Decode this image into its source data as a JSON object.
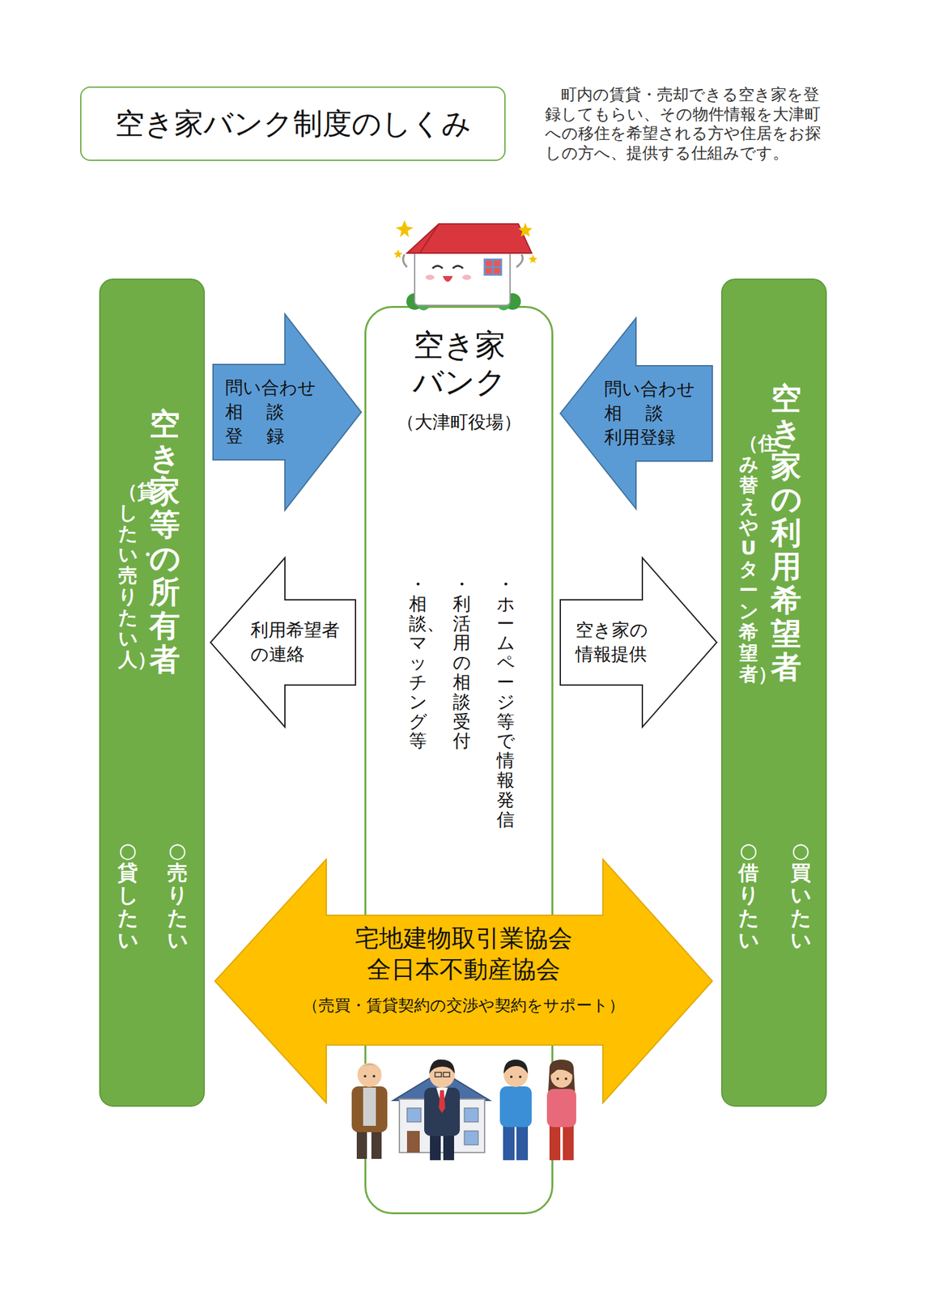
{
  "diagram": {
    "title": "空き家バンク制度のしくみ",
    "nodes": [
      {
        "text": [
          "空き家等の所有者",
          "（貸したい・売りたい人）",
          "○売りたい",
          "○貸したい"
        ]
      },
      {
        "text": [
          "空き家 バンク",
          "（大津町役場）",
          "・ホームページ等で情報発信",
          "・利活用の相談受付",
          "・相談、マッチング等"
        ]
      },
      {
        "text": [
          "空き家の利用希望者",
          "（住み替えやUターン希望者）",
          "○買いたい",
          "○借りたい"
        ]
      },
      {
        "text": [
          "宅地建物取引業協会 全日本不動産協会",
          "（売買・賃貸契約の交渉や契約をサポート）"
        ]
      }
    ],
    "edges": [
      {
        "from": 0,
        "to": 1,
        "arrow": "to",
        "label": "問い合わせ 相 談 登 録"
      },
      {
        "from": 1,
        "to": 0,
        "arrow": "to",
        "label": "利用希望者 の連絡"
      },
      {
        "from": 2,
        "to": 1,
        "arrow": "to",
        "label": "問い合わせ 相 談 利用登録"
      },
      {
        "from": 1,
        "to": 2,
        "arrow": "to",
        "label": "空き家の 情報提供"
      }
    ],
    "labels": [
      "町内の賃貸・売却できる空き家を登録してもらい、その物件情報を大津町への移住を希望される方や住居をお探しの方へ、提供する仕組みです。"
    ]
  }
}
